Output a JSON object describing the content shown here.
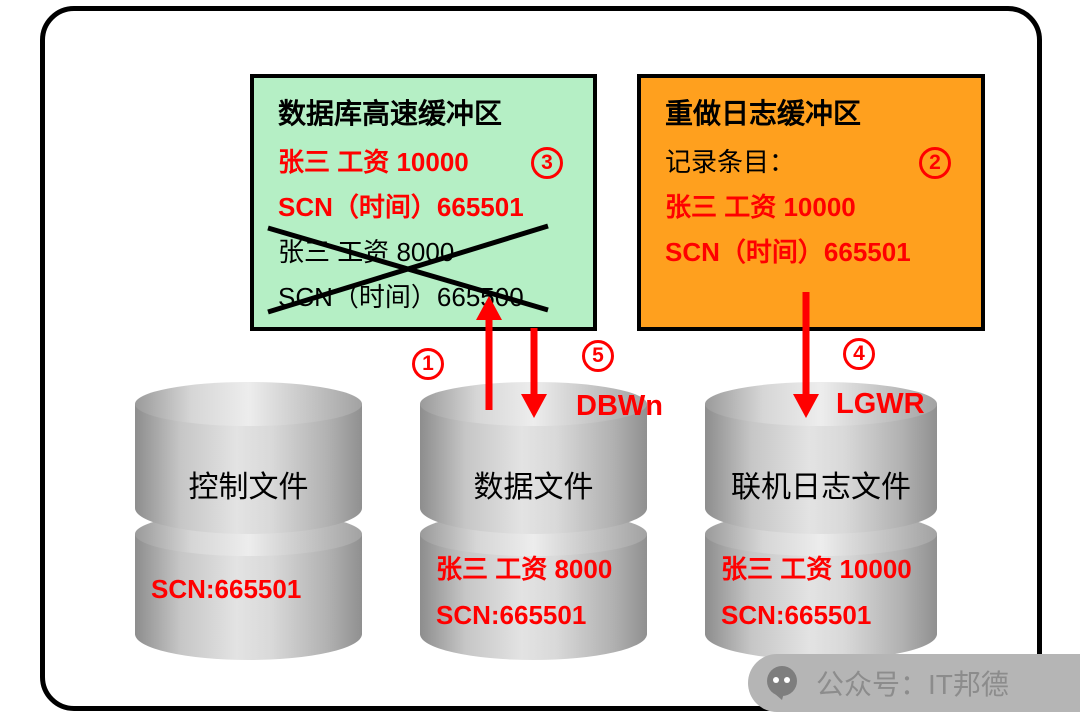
{
  "colors": {
    "green_box": "#b5efc5",
    "orange_box": "#ffa01e",
    "red": "#ff0000"
  },
  "buffer_cache_box": {
    "title": "数据库高速缓冲区",
    "line1": "张三 工资 10000",
    "badge": "3",
    "line2": "SCN（时间）665501",
    "line3": "张三 工资 8000",
    "line4": "SCN（时间）665500"
  },
  "redo_log_box": {
    "title": "重做日志缓冲区",
    "subtitle": "记录条目：",
    "badge": "2",
    "line1": "张三 工资 10000",
    "line2": "SCN（时间）665501"
  },
  "arrows": {
    "checkpoint_badge": "1",
    "dbwn_badge": "5",
    "dbwn_label": "DBWn",
    "lgwr_badge": "4",
    "lgwr_label": "LGWR"
  },
  "cylinders": [
    {
      "label": "控制文件",
      "lines": [
        "SCN:665501"
      ]
    },
    {
      "label": "数据文件",
      "lines": [
        "张三 工资 8000",
        "SCN:665501"
      ]
    },
    {
      "label": "联机日志文件",
      "lines": [
        "张三 工资 10000",
        "SCN:665501"
      ]
    }
  ],
  "watermark": {
    "text": "公众号：IT邦德"
  }
}
